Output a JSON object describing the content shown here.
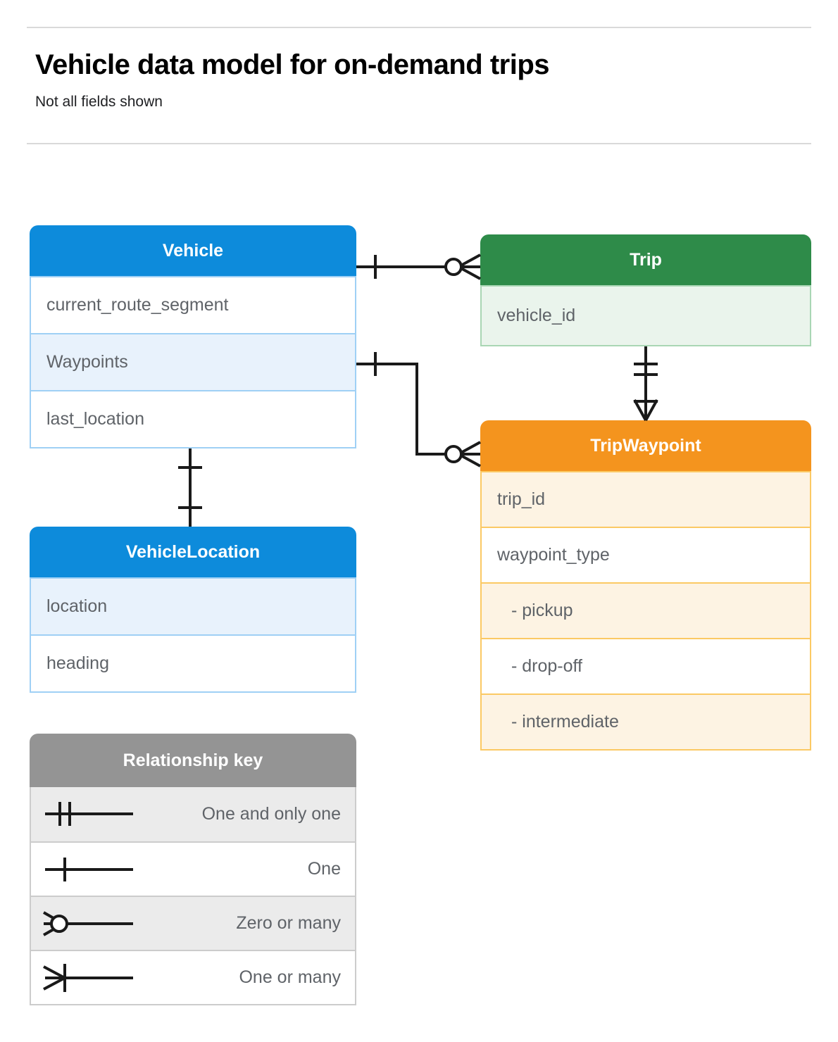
{
  "header": {
    "title": "Vehicle data model for on-demand trips",
    "subtitle": "Not all fields shown"
  },
  "entities": [
    {
      "name": "Vehicle",
      "color": "#0d8bdb",
      "fields": [
        {
          "label": "current_route_segment"
        },
        {
          "label": "Waypoints"
        },
        {
          "label": "last_location"
        }
      ]
    },
    {
      "name": "VehicleLocation",
      "color": "#0d8bdb",
      "fields": [
        {
          "label": "location"
        },
        {
          "label": "heading"
        }
      ]
    },
    {
      "name": "Trip",
      "color": "#2e8b49",
      "fields": [
        {
          "label": "vehicle_id"
        }
      ]
    },
    {
      "name": "TripWaypoint",
      "color": "#f4941e",
      "fields": [
        {
          "label": "trip_id"
        },
        {
          "label": "waypoint_type"
        },
        {
          "label": "-  pickup"
        },
        {
          "label": "-  drop-off"
        },
        {
          "label": "-  intermediate"
        }
      ]
    }
  ],
  "legend": {
    "title": "Relationship key",
    "rows": [
      {
        "symbol": "one-and-only-one-icon",
        "label": "One and only one"
      },
      {
        "symbol": "one-icon",
        "label": "One"
      },
      {
        "symbol": "zero-or-many-icon",
        "label": "Zero or many"
      },
      {
        "symbol": "one-or-many-icon",
        "label": "One or many"
      }
    ]
  },
  "relationships": [
    {
      "from": "Vehicle",
      "to": "Trip",
      "from_cardinality": "one",
      "to_cardinality": "zero or many"
    },
    {
      "from": "Vehicle.Waypoints",
      "to": "TripWaypoint",
      "from_cardinality": "one",
      "to_cardinality": "zero or many"
    },
    {
      "from": "Trip",
      "to": "TripWaypoint",
      "from_cardinality": "one and only one",
      "to_cardinality": "one or many"
    },
    {
      "from": "Vehicle",
      "to": "VehicleLocation",
      "from_cardinality": "one",
      "to_cardinality": "one"
    }
  ],
  "colors": {
    "blue": "#0d8bdb",
    "green": "#2e8b49",
    "orange": "#f4941e",
    "gray": "#949494",
    "text": "#5f6368",
    "rule": "#d9d9d9"
  }
}
